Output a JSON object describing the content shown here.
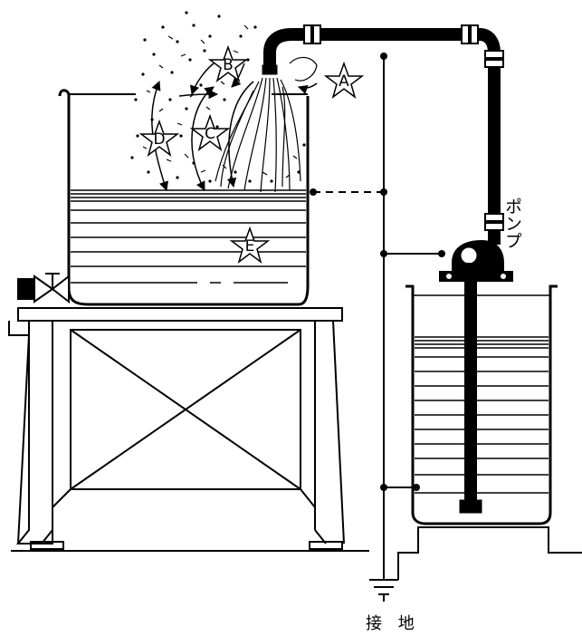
{
  "labels": {
    "star_a": "A",
    "star_b": "B",
    "star_c": "C",
    "star_d": "D",
    "star_e": "E",
    "pump": "ポンプ",
    "ground": "接 地"
  },
  "colors": {
    "line": "#000000",
    "background": "#ffffff"
  }
}
